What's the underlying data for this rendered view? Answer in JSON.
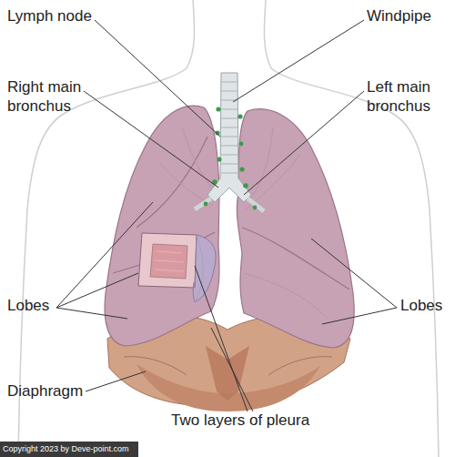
{
  "diagram": {
    "labels": [
      "Lymph node",
      "Windpipe",
      "Right main bronchus",
      "Left main bronchus",
      "Lobes",
      "Lobes",
      "Diaphragm",
      "Two layers of pleura",
      "Copyright 2023 by Deve-point.com"
    ]
  }
}
